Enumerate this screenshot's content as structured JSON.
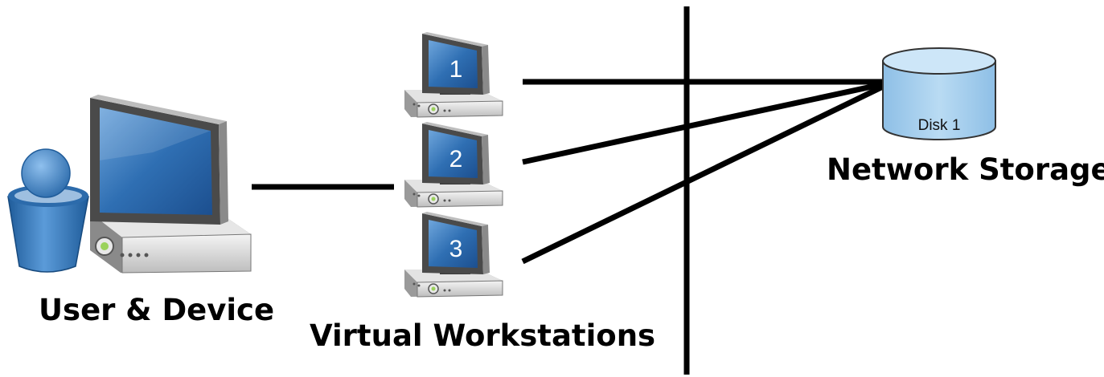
{
  "labels": {
    "user_device": "User & Device",
    "virtual_workstations": "Virtual Workstations",
    "network_storage": "Network Storage"
  },
  "workstations": [
    {
      "number": "1"
    },
    {
      "number": "2"
    },
    {
      "number": "3"
    }
  ],
  "storage": {
    "disk_label": "Disk 1"
  },
  "icons": [
    "user-icon",
    "desktop-computer-icon",
    "workstation-icon",
    "database-disk-icon"
  ],
  "colors": {
    "line": "#000000",
    "screen_blue": "#2f6fb3",
    "disk_fill": "#a9cfee",
    "user_blue": "#3e83c8"
  }
}
